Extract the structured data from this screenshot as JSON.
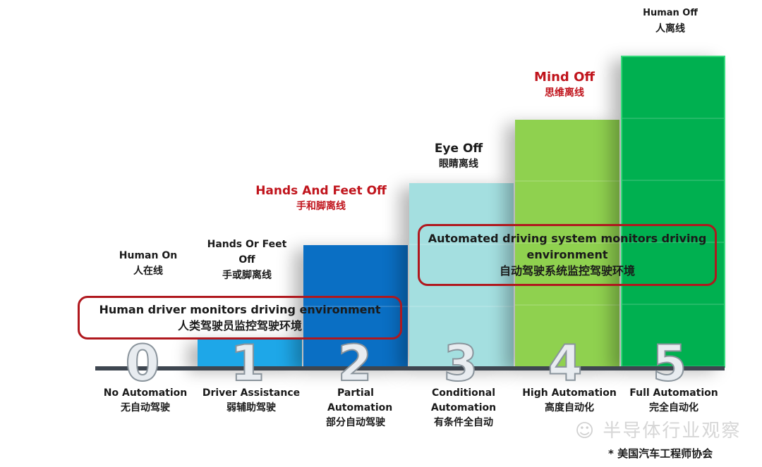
{
  "levels": [
    {
      "number": "0",
      "name_en": "No Automation",
      "name_zh": "无自动驾驶",
      "state_en": "Human On",
      "state_zh": "人在线"
    },
    {
      "number": "1",
      "name_en": "Driver Assistance",
      "name_zh": "弱辅助驾驶",
      "state_en": "Hands Or Feet Off",
      "state_zh": "手或脚离线"
    },
    {
      "number": "2",
      "name_en": "Partial Automation",
      "name_zh": "部分自动驾驶",
      "state_en": "Hands And Feet Off",
      "state_zh": "手和脚离线"
    },
    {
      "number": "3",
      "name_en": "Conditional Automation",
      "name_zh": "有条件全自动",
      "state_en": "Eye Off",
      "state_zh": "眼睛离线"
    },
    {
      "number": "4",
      "name_en": "High Automation",
      "name_zh": "高度自动化",
      "state_en": "Mind Off",
      "state_zh": "思维离线"
    },
    {
      "number": "5",
      "name_en": "Full Automation",
      "name_zh": "完全自动化",
      "state_en": "Human Off",
      "state_zh": "人离线"
    }
  ],
  "groups": {
    "human": {
      "en": "Human driver monitors driving environment",
      "zh": "人类驾驶员监控驾驶环境"
    },
    "system": {
      "en": "Automated driving system monitors driving environment",
      "zh": "自动驾驶系统监控驾驶环境"
    }
  },
  "watermark": "半导体行业观察",
  "source": "* 美国汽车工程师协会",
  "colors": {
    "accent_red": "#c0141c",
    "bar1": "#1ea7e8",
    "bar2": "#0a6fc4",
    "bar3": "#a4dfe0",
    "bar4": "#8fd14f",
    "bar5": "#00b050"
  }
}
